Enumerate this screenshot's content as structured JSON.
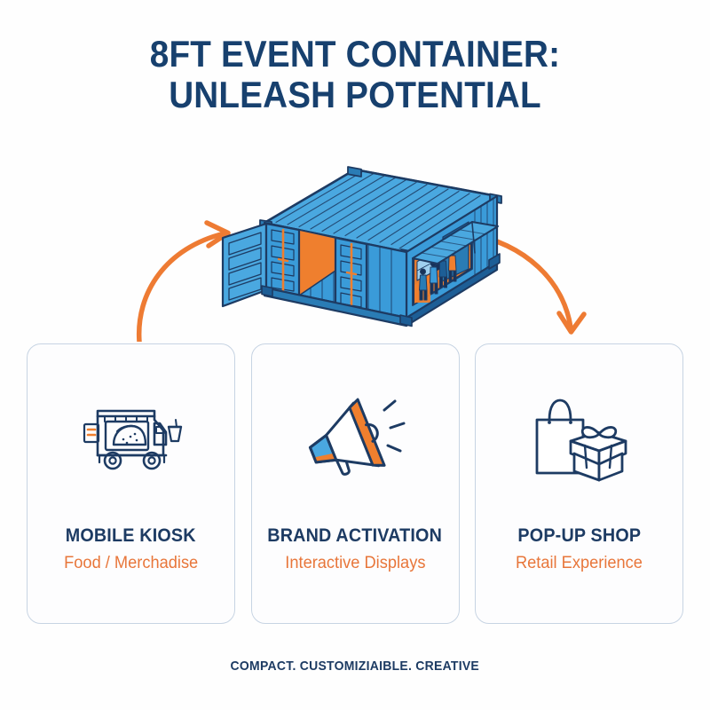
{
  "poster": {
    "background_color": "#fefefe",
    "title": {
      "line1": "8FT EVENT CONTAINER:",
      "line2": "UNLEASH POTENTIAL",
      "color": "#17406e"
    },
    "hero": {
      "illustration_name": "isometric-shipping-container-with-people",
      "container_body_color": "#3a9bd9",
      "container_shade_color": "#2a7cb5",
      "container_outline_color": "#1d3b63",
      "interior_color": "#ef7f2e",
      "left_arrow_label": "curved-arrow-pointing-to-container",
      "right_arrow_label": "curved-arrow-pointing-to-cards",
      "arrow_color": "#ee7b33"
    },
    "cards": [
      {
        "icon": "food-truck-taco-icon",
        "title": "MOBILE KIOSK",
        "subtitle": "Food / Merchadise",
        "title_color": "#1d3b63",
        "subtitle_color": "#e8763a"
      },
      {
        "icon": "megaphone-icon",
        "title": "BRAND ACTIVATION",
        "subtitle": "Interactive Displays",
        "title_color": "#1d3b63",
        "subtitle_color": "#e8763a"
      },
      {
        "icon": "shopping-bag-gift-icon",
        "title": "POP-UP SHOP",
        "subtitle": "Retail Experience",
        "title_color": "#1d3b63",
        "subtitle_color": "#e8763a"
      }
    ],
    "footer": {
      "text": "COMPACT. CUSTOMIZIAIBLE. CREATIVE",
      "color": "#1d3b63"
    },
    "card_style": {
      "border_color": "#c7d4e3",
      "background_color": "#fdfdfe"
    }
  }
}
